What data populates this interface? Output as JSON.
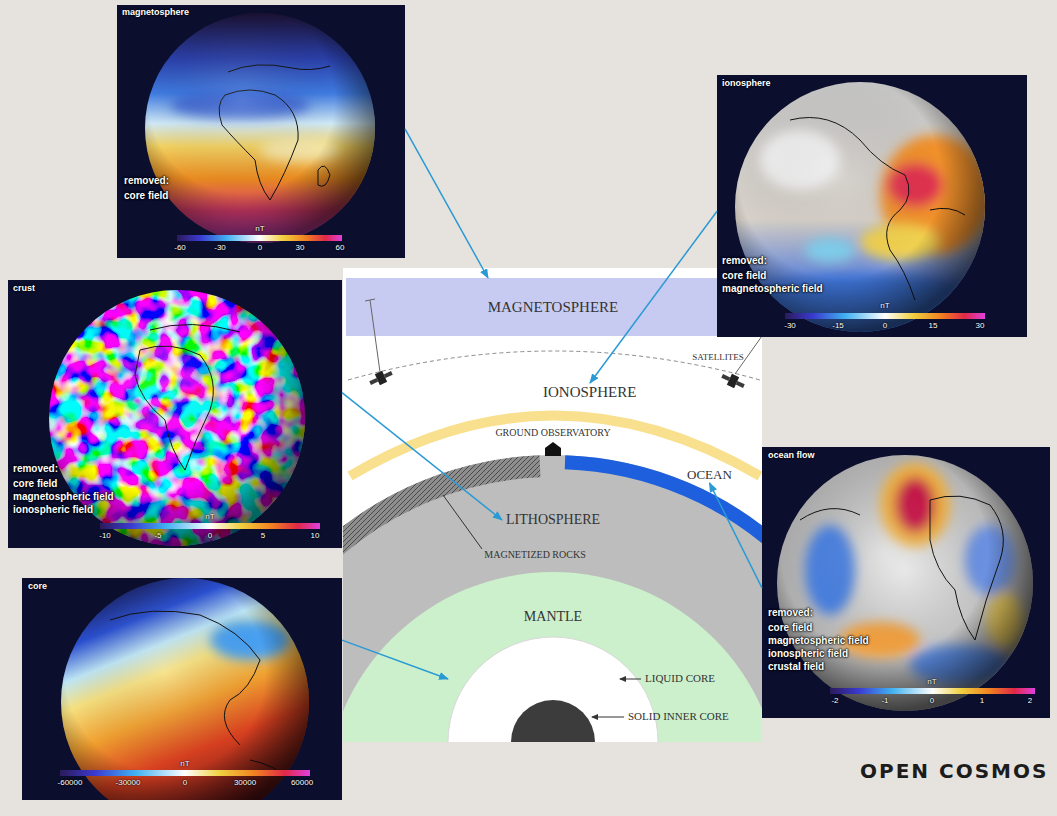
{
  "diagram": {
    "nodes": [
      {
        "text": [
          "magnetosphere",
          "removed:",
          "core field",
          "-60",
          "-30",
          "0",
          "30",
          "60",
          "nT"
        ]
      },
      {
        "text": [
          "ionosphere",
          "removed:",
          "core field",
          "magnetospheric field",
          "-30",
          "-15",
          "0",
          "15",
          "30",
          "nT"
        ]
      },
      {
        "text": [
          "crust",
          "removed:",
          "core field",
          "magnetospheric field",
          "ionospheric field",
          "-10",
          "-5",
          "0",
          "5",
          "10",
          "nT"
        ]
      },
      {
        "text": [
          "ocean flow",
          "removed:",
          "core field",
          "magnetospheric field",
          "ionospheric field",
          "crustal field",
          "-2",
          "-1",
          "0",
          "1",
          "2",
          "nT"
        ]
      },
      {
        "text": [
          "core",
          "-60000",
          "-30000",
          "0",
          "30000",
          "60000",
          "nT"
        ]
      },
      {
        "text": [
          "MAGNETOSPHERE"
        ]
      },
      {
        "text": [
          "IONOSPHERE"
        ]
      },
      {
        "text": [
          "OCEAN"
        ]
      },
      {
        "text": [
          "LITHOSPHERE"
        ]
      },
      {
        "text": [
          "LIQUID CORE"
        ]
      },
      {
        "text": [
          "SOLID INNER CORE"
        ],
        "in": 9
      }
    ],
    "edges": [
      {
        "from": 0,
        "to": 5,
        "arrow": "to"
      },
      {
        "from": 1,
        "to": 6,
        "arrow": "to"
      },
      {
        "from": 2,
        "to": 8,
        "arrow": "to"
      },
      {
        "from": 3,
        "to": 7,
        "arrow": "to"
      },
      {
        "from": 4,
        "to": 9,
        "arrow": "to"
      }
    ],
    "labels": [
      "SATELLITES",
      "GROUND OBSERVATORY",
      "MAGNETIZED ROCKS",
      "MANTLE",
      "OPEN COSMOS"
    ]
  }
}
